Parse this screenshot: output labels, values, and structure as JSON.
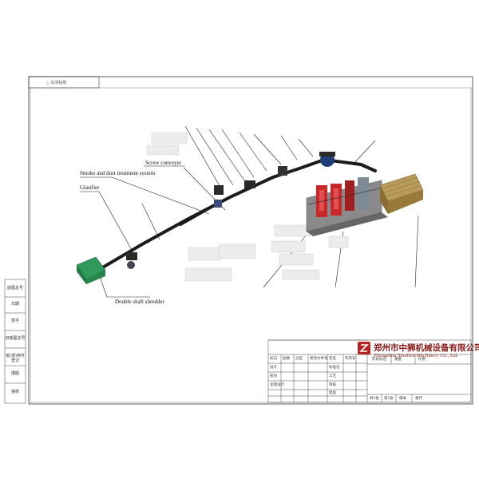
{
  "drawing": {
    "tab_label": "△ 车间标牌",
    "labels": {
      "screw_conveyor": "Screw conveyer",
      "smoke_dust": "Smoke and dust treatment system",
      "glasifier": "Glasifier",
      "shredder": "Double shaft shredder"
    }
  },
  "side_column": [
    "底图总号",
    "日期",
    "签字",
    "旧底图总号",
    "借(通)用件登记",
    "描图",
    "描校"
  ],
  "title_block": {
    "company_cn": "郑州市中狮机械设备有限公司",
    "company_en": "Zhengzhou Sinolion Machinery Co., Ltd.",
    "rows": {
      "r1": [
        "标记",
        "处数",
        "分区",
        "更改文件号",
        "签名",
        "年月日"
      ],
      "r2": [
        "设计",
        "",
        "标准化",
        ""
      ],
      "r3": [
        "校对",
        "",
        "工艺",
        ""
      ],
      "r4": [
        "主管设计",
        "",
        "审核",
        ""
      ],
      "r5": [
        "",
        "",
        "批准",
        ""
      ],
      "stage": [
        "阶段标记",
        "重量",
        "比例"
      ],
      "sheet": [
        "共1张",
        "第1张",
        "版本",
        "替代"
      ]
    }
  },
  "colors": {
    "line": "#222222",
    "shredder": "#2f9a5a",
    "furnace_red": "#c8282a",
    "conveyor": "#1b1b1b",
    "building": "#8a8a8a",
    "tank": "#9a7a3a",
    "company": "#8b1a1a"
  }
}
